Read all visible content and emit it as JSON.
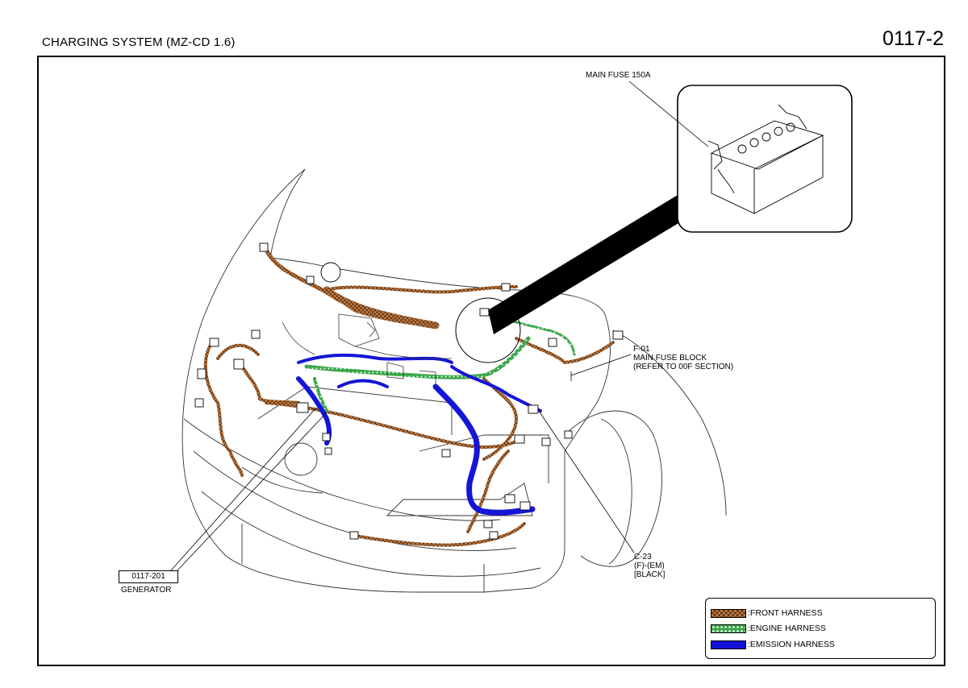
{
  "header": {
    "title": "CHARGING SYSTEM (MZ-CD 1.6)",
    "page_code": "0117-2"
  },
  "callouts": {
    "main_fuse": "MAIN FUSE 150A",
    "fuse_block": "F-01\nMAIN FUSE BLOCK\n(REFER TO 00F SECTION)",
    "connector": "C-23\n(F)-(EM)\n[BLACK]",
    "generator_ref": "0117-201",
    "generator_label": "GENERATOR"
  },
  "legend": {
    "items": [
      {
        "label": ":FRONT HARNESS",
        "color": "#c87b3e"
      },
      {
        "label": ":ENGINE HARNESS",
        "color": "#3aa648"
      },
      {
        "label": ":EMISSION HARNESS",
        "color": "#1010d8"
      }
    ]
  }
}
